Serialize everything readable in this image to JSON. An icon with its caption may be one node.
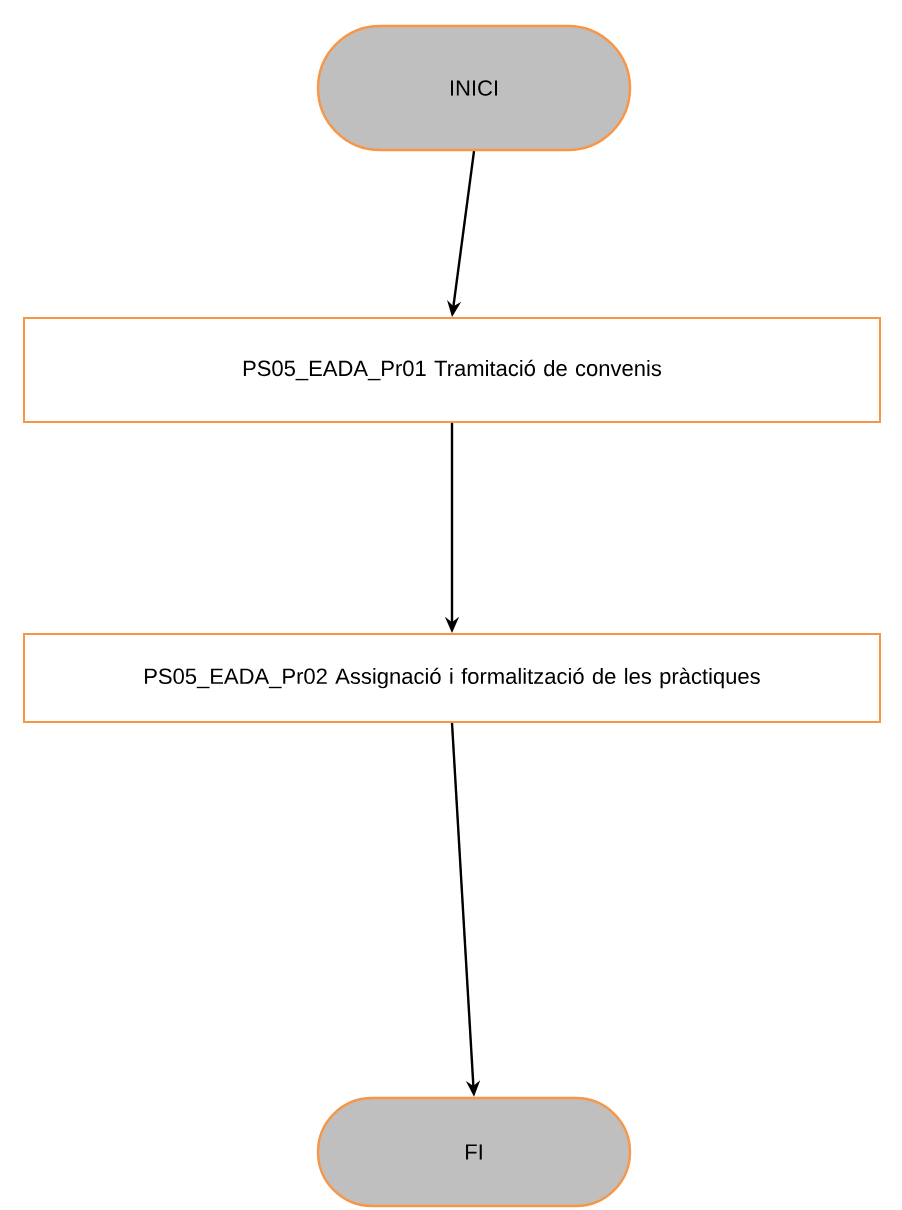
{
  "diagram": {
    "nodes": [
      {
        "text": [
          "INICI"
        ]
      },
      {
        "text": [
          "PS05_EADA_Pr01 Tramitació de convenis"
        ]
      },
      {
        "text": [
          "PS05_EADA_Pr02 Assignació i formalització de les pràctiques"
        ]
      },
      {
        "text": [
          "FI"
        ]
      }
    ],
    "edges": [
      {
        "from": 0,
        "to": 1,
        "arrow": "to"
      },
      {
        "from": 1,
        "to": 2,
        "arrow": "to"
      },
      {
        "from": 2,
        "to": 3,
        "arrow": "to"
      }
    ]
  }
}
